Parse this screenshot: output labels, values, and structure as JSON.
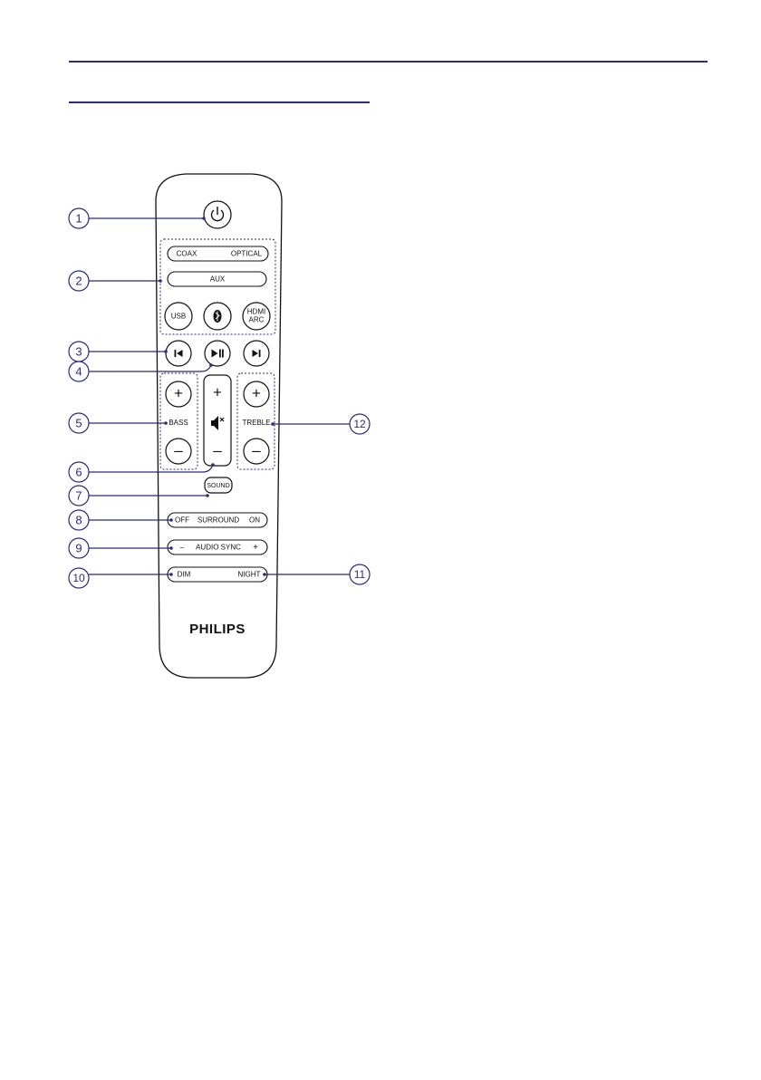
{
  "remote": {
    "brand": "PHILIPS",
    "buttons": {
      "coax": "COAX",
      "optical": "OPTICAL",
      "aux": "AUX",
      "usb": "USB",
      "hdmi_arc_line1": "HDMI",
      "hdmi_arc_line2": "ARC",
      "bass": "BASS",
      "treble": "TREBLE",
      "sound": "SOUND",
      "surround_off": "OFF",
      "surround": "SURROUND",
      "surround_on": "ON",
      "audio_sync_minus": "–",
      "audio_sync": "AUDIO SYNC",
      "audio_sync_plus": "+",
      "dim": "DIM",
      "night": "NIGHT",
      "plus": "+",
      "minus": "–"
    }
  },
  "callouts": [
    "1",
    "2",
    "3",
    "4",
    "5",
    "6",
    "7",
    "8",
    "9",
    "10",
    "11",
    "12"
  ],
  "colors": {
    "accent": "#2b2b7a",
    "outline": "#111111"
  }
}
